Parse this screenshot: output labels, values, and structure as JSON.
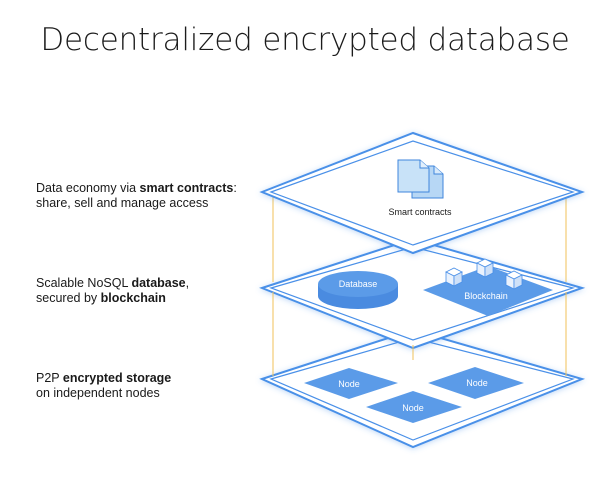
{
  "title": "Decentralized encrypted database",
  "layers": [
    {
      "desc_parts": [
        {
          "text": "Data economy via ",
          "bold": false
        },
        {
          "text": "smart contracts",
          "bold": true
        },
        {
          "text": ":",
          "bold": false
        },
        {
          "br": true
        },
        {
          "text": "share, sell and manage access",
          "bold": false
        }
      ]
    },
    {
      "desc_parts": [
        {
          "text": "Scalable NoSQL ",
          "bold": false
        },
        {
          "text": "database",
          "bold": true
        },
        {
          "text": ",",
          "bold": false
        },
        {
          "br": true
        },
        {
          "text": "secured by ",
          "bold": false
        },
        {
          "text": "blockchain",
          "bold": true
        }
      ]
    },
    {
      "desc_parts": [
        {
          "text": "P2P ",
          "bold": false
        },
        {
          "text": "encrypted storage",
          "bold": true
        },
        {
          "br": true
        },
        {
          "text": "on independent nodes",
          "bold": false
        }
      ]
    }
  ],
  "labels": {
    "smart_contracts": "Smart contracts",
    "database": "Database",
    "blockchain": "Blockchain",
    "node": "Node"
  },
  "colors": {
    "accent": "#4a90e8",
    "tile": "#5b9be8",
    "connector": "#f0c25a"
  }
}
